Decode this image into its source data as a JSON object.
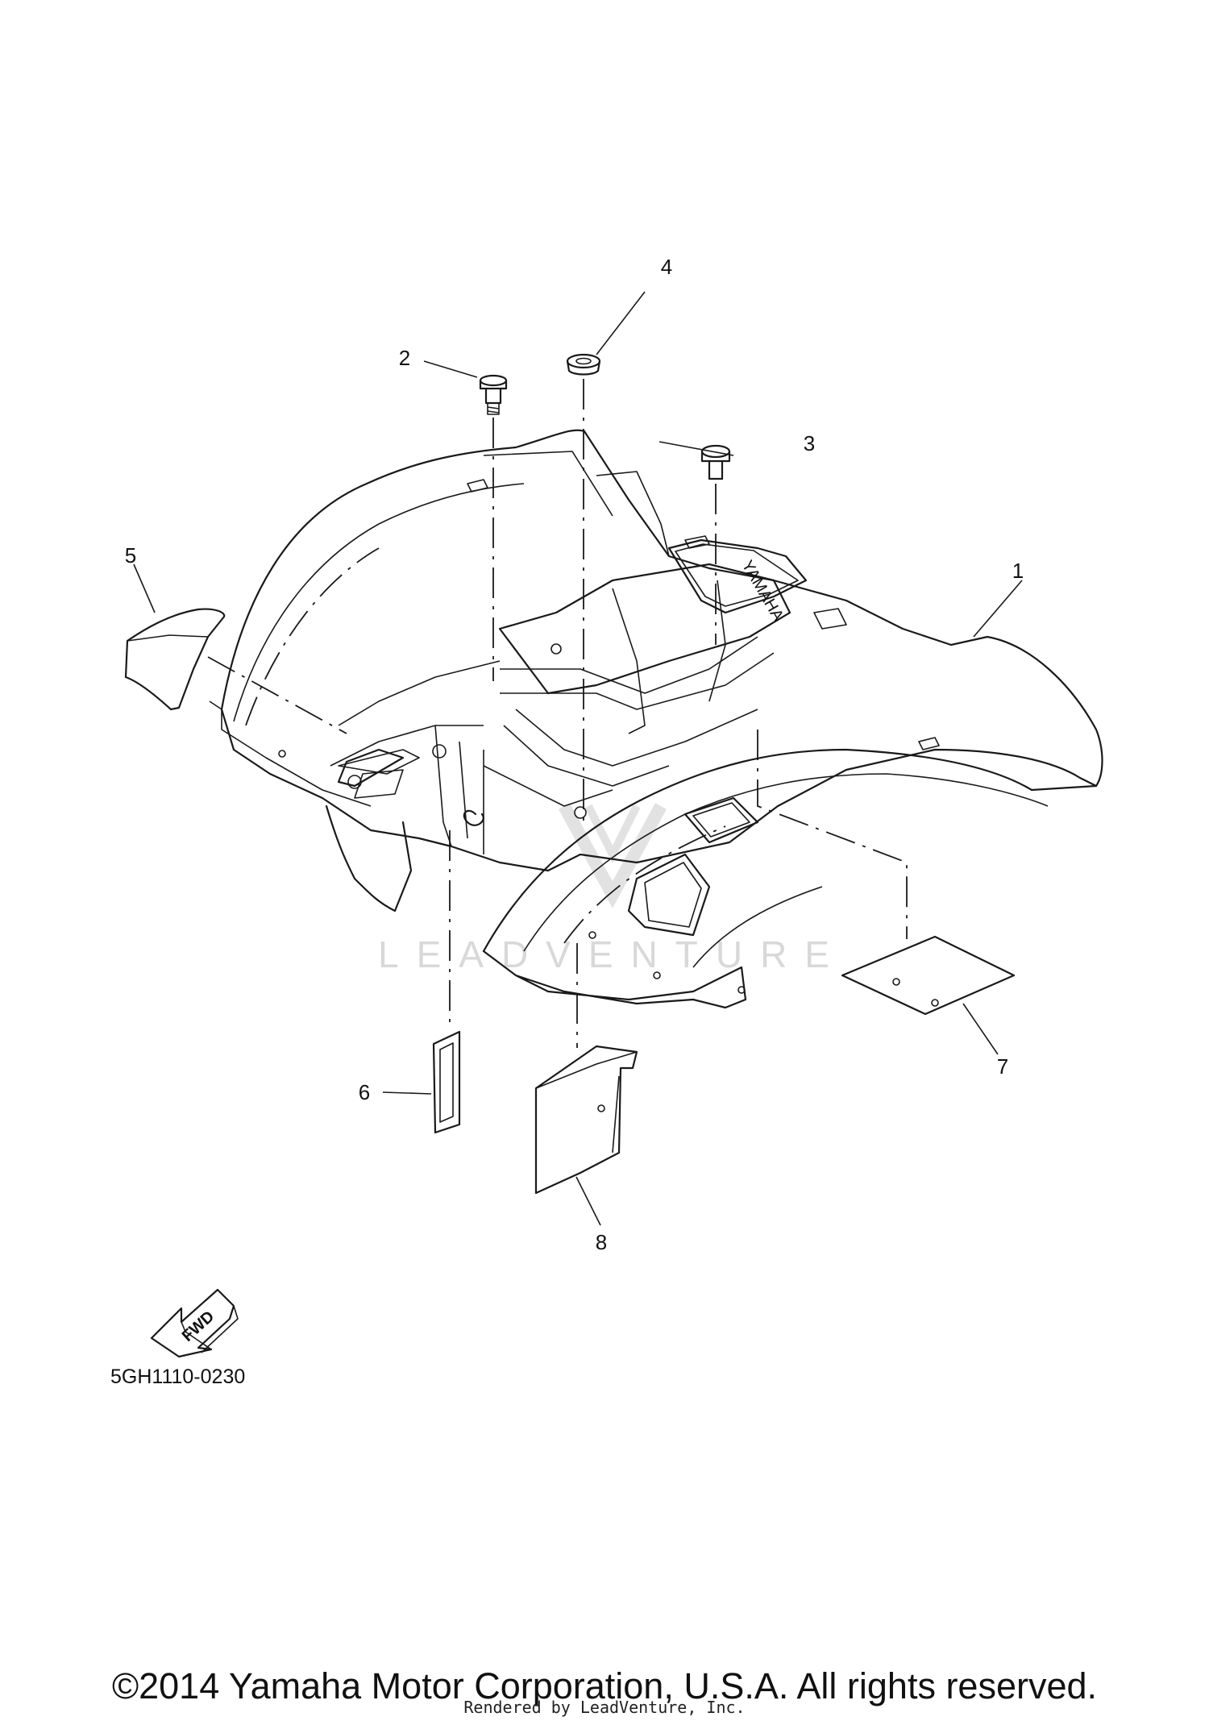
{
  "callouts": [
    {
      "id": "1",
      "label": "1"
    },
    {
      "id": "2",
      "label": "2"
    },
    {
      "id": "3",
      "label": "3"
    },
    {
      "id": "4",
      "label": "4"
    },
    {
      "id": "5",
      "label": "5"
    },
    {
      "id": "6",
      "label": "6"
    },
    {
      "id": "7",
      "label": "7"
    },
    {
      "id": "8",
      "label": "8"
    }
  ],
  "fender_emblem": "YAMAHA",
  "fwd_label": "FWD",
  "diagram_code": "5GH1110-0230",
  "watermark": "LEADVENTURE",
  "copyright": "©2014 Yamaha Motor Corporation, U.S.A. All rights reserved.",
  "rendered_by": "Rendered by LeadVenture, Inc."
}
